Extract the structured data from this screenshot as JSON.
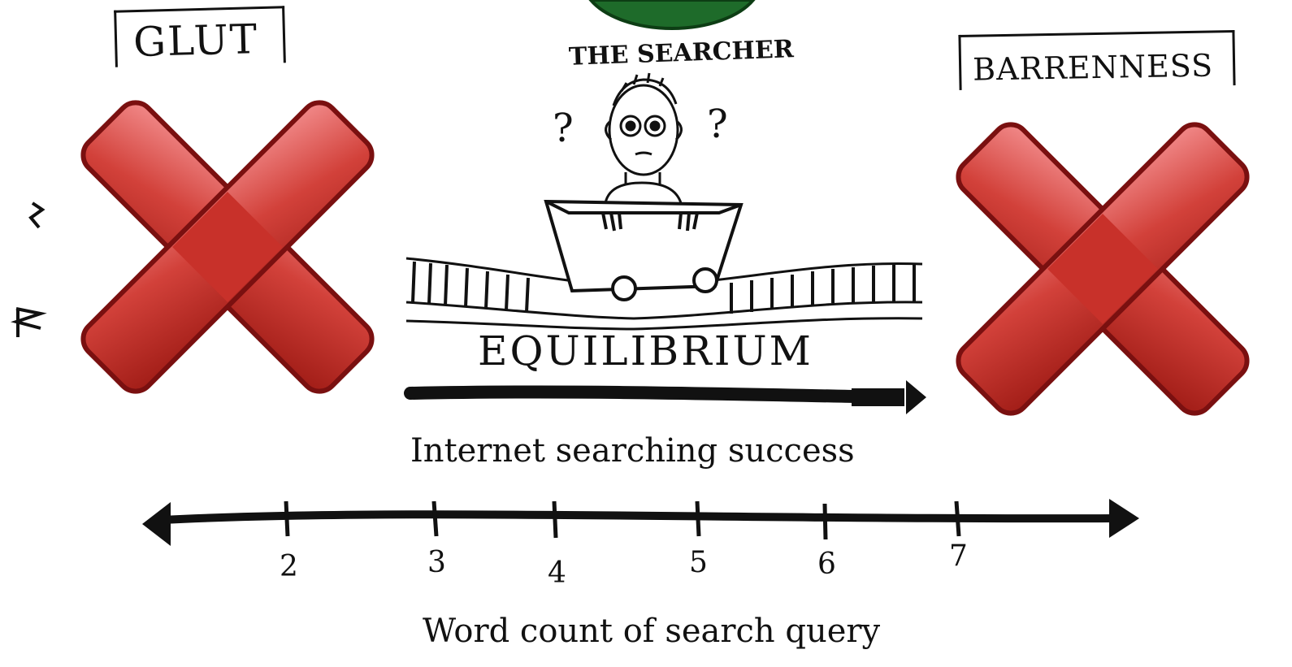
{
  "labels": {
    "glut": "GLUT",
    "barrenness": "BARRENNESS",
    "searcher": "THE SEARCHER",
    "question_left": "?",
    "question_right": "?",
    "equilibrium": "EQUILIBRIUM",
    "success_axis": "Internet searching success",
    "word_axis": "Word count of search query"
  },
  "number_line": {
    "ticks": [
      "2",
      "3",
      "4",
      "5",
      "6",
      "7"
    ]
  },
  "colors": {
    "cross_fill": "#c8312a",
    "cross_dark": "#7a1010",
    "cross_light": "#f08080",
    "green_badge": "#1e6b2a",
    "ink": "#111111"
  },
  "icons": {
    "left_cross": "red-x-icon",
    "right_cross": "red-x-icon"
  }
}
